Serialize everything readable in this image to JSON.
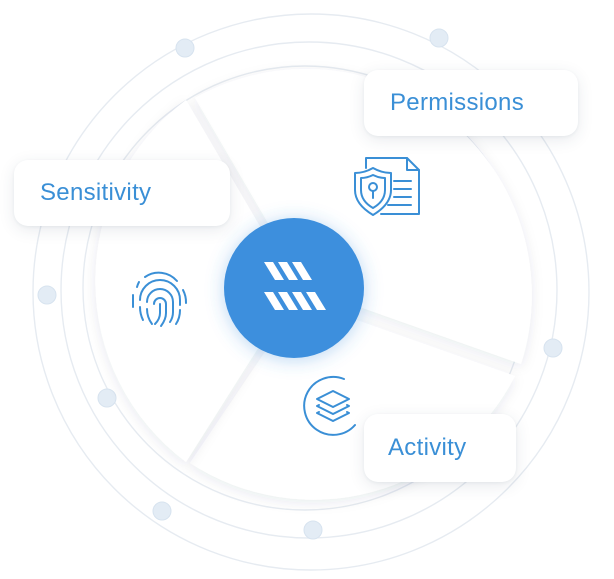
{
  "colors": {
    "accent": "#3a8fd6",
    "hub": "#3d8fdd",
    "orbit_line": "#e6ebf1",
    "orbit_dot": "#e3ecf5",
    "sector": "#ffffff",
    "background": "#ffffff"
  },
  "segments": [
    {
      "label": "Permissions",
      "icon": "shield-document-icon"
    },
    {
      "label": "Sensitivity",
      "icon": "fingerprint-icon"
    },
    {
      "label": "Activity",
      "icon": "layers-icon"
    }
  ],
  "hub": {
    "icon": "brand-logo-icon"
  }
}
